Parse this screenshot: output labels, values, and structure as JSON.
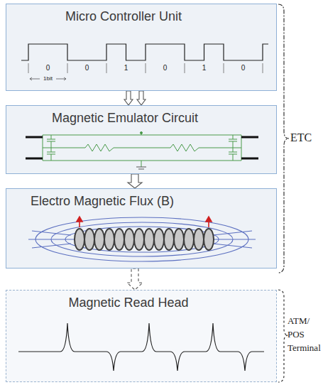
{
  "diagram": {
    "nodes": [
      {
        "text": [
          "Micro Controller Unit"
        ]
      },
      {
        "text": [
          "Magnetic Emulator Circuit"
        ]
      },
      {
        "text": [
          "Electro Magnetic Flux (B)"
        ]
      },
      {
        "text": [
          "Magnetic Read Head"
        ]
      }
    ],
    "edges": [
      {
        "from": 0,
        "to": 1,
        "arrow": "to"
      },
      {
        "from": 1,
        "to": 2,
        "arrow": "to"
      },
      {
        "from": 2,
        "to": 3,
        "arrow": "to"
      }
    ],
    "labels": [
      "0",
      "0",
      "1",
      "0",
      "1",
      "0",
      "1bit",
      "ETC",
      "ATM/ POS Terminal"
    ]
  }
}
